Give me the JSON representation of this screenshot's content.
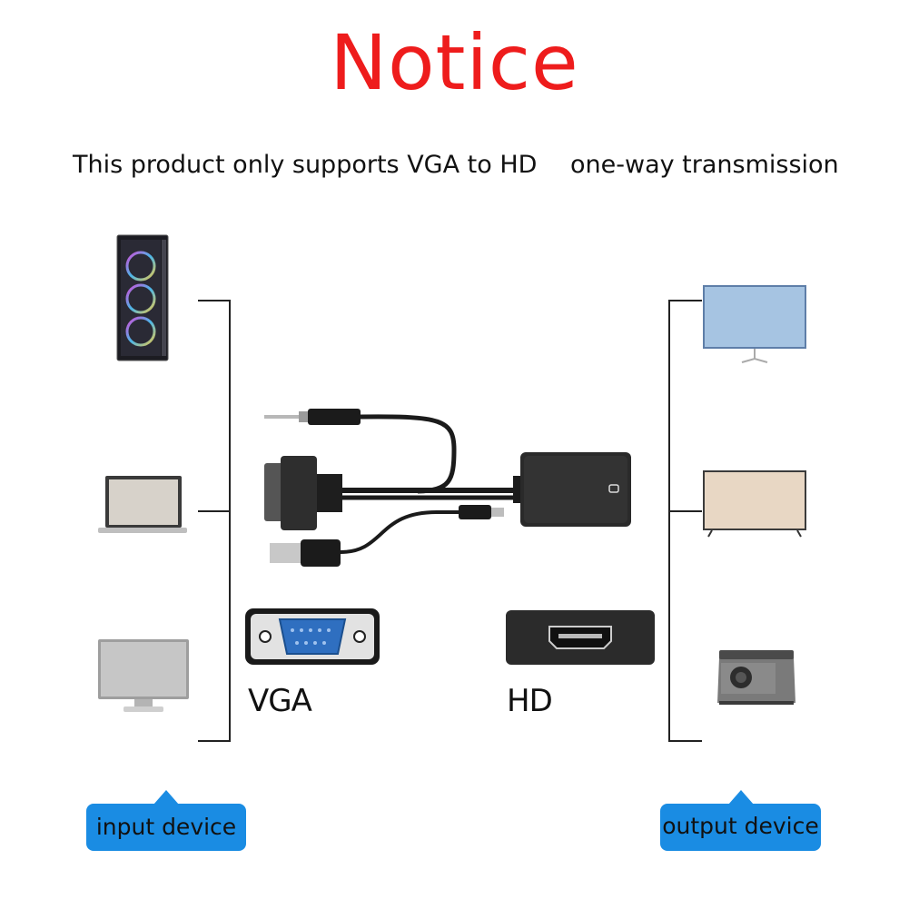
{
  "title": "Notice",
  "subtitle_left": "This product only supports VGA to HD",
  "subtitle_right": "one-way transmission",
  "vga_label": "VGA",
  "hd_label": "HD",
  "input_label": "input device",
  "output_label": "output device",
  "colors": {
    "title": "#ee1c1c",
    "badge": "#1a8ce3",
    "vga_blue": "#2f6fc0"
  },
  "icons": {
    "input_devices": [
      "pc-tower-icon",
      "laptop-icon",
      "monitor-icon"
    ],
    "output_devices": [
      "monitor-icon",
      "tv-icon",
      "projector-icon"
    ]
  }
}
